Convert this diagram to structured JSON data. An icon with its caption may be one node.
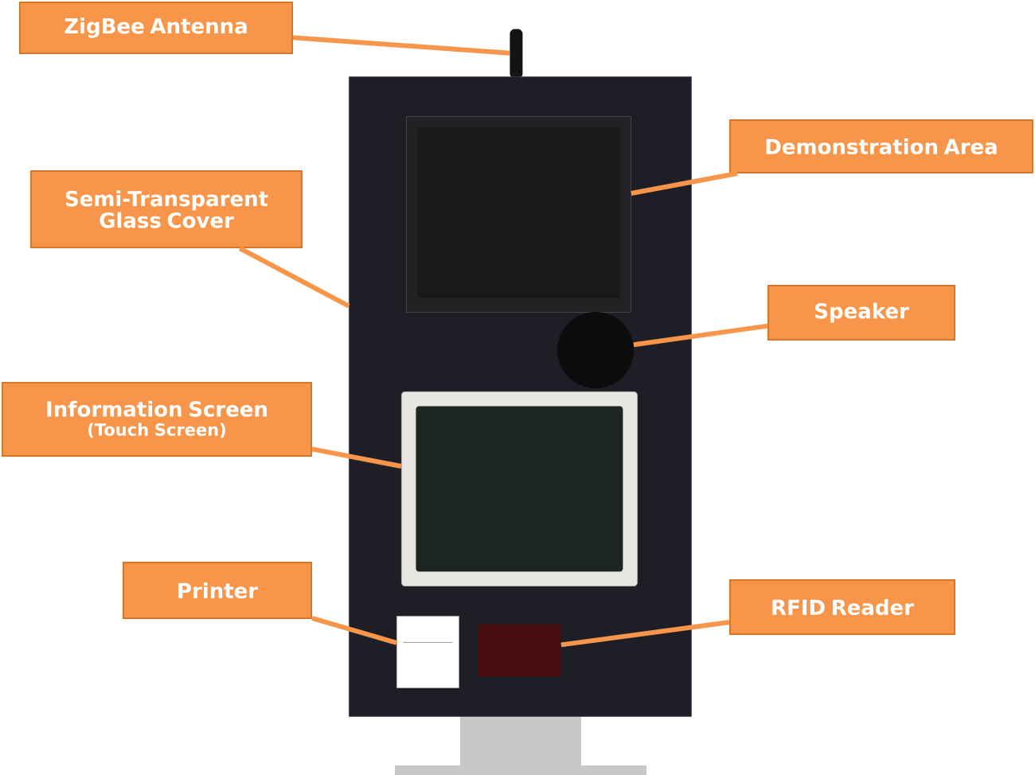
{
  "diagram": {
    "nodes": [
      {
        "text": [
          "ZigBee Antenna"
        ]
      },
      {
        "text": [
          "Demonstration Area"
        ]
      },
      {
        "text": [
          "Semi-Transparent Glass Cover"
        ]
      },
      {
        "text": [
          "Speaker"
        ]
      },
      {
        "text": [
          "Information Screen",
          "(Touch Screen)"
        ]
      },
      {
        "text": [
          "Printer"
        ]
      },
      {
        "text": [
          "RFID Reader"
        ]
      },
      {
        "text": [],
        "shape": "bar"
      },
      {
        "text": [],
        "shape": "box"
      },
      {
        "text": [],
        "shape": "box",
        "in": 8
      },
      {
        "text": [],
        "shape": "circle",
        "in": 8
      },
      {
        "text": [],
        "shape": "box",
        "in": 8
      },
      {
        "text": [],
        "shape": "box",
        "in": 8
      },
      {
        "text": [],
        "shape": "box",
        "in": 8
      }
    ],
    "edges": [
      {
        "from": 0,
        "to": 7,
        "arrow": "none"
      },
      {
        "from": 1,
        "to": 9,
        "arrow": "none"
      },
      {
        "from": 2,
        "to": 8,
        "arrow": "none"
      },
      {
        "from": 3,
        "to": 10,
        "arrow": "none"
      },
      {
        "from": 4,
        "to": 11,
        "arrow": "none"
      },
      {
        "from": 5,
        "to": 12,
        "arrow": "none"
      },
      {
        "from": 6,
        "to": 13,
        "arrow": "none"
      }
    ]
  }
}
